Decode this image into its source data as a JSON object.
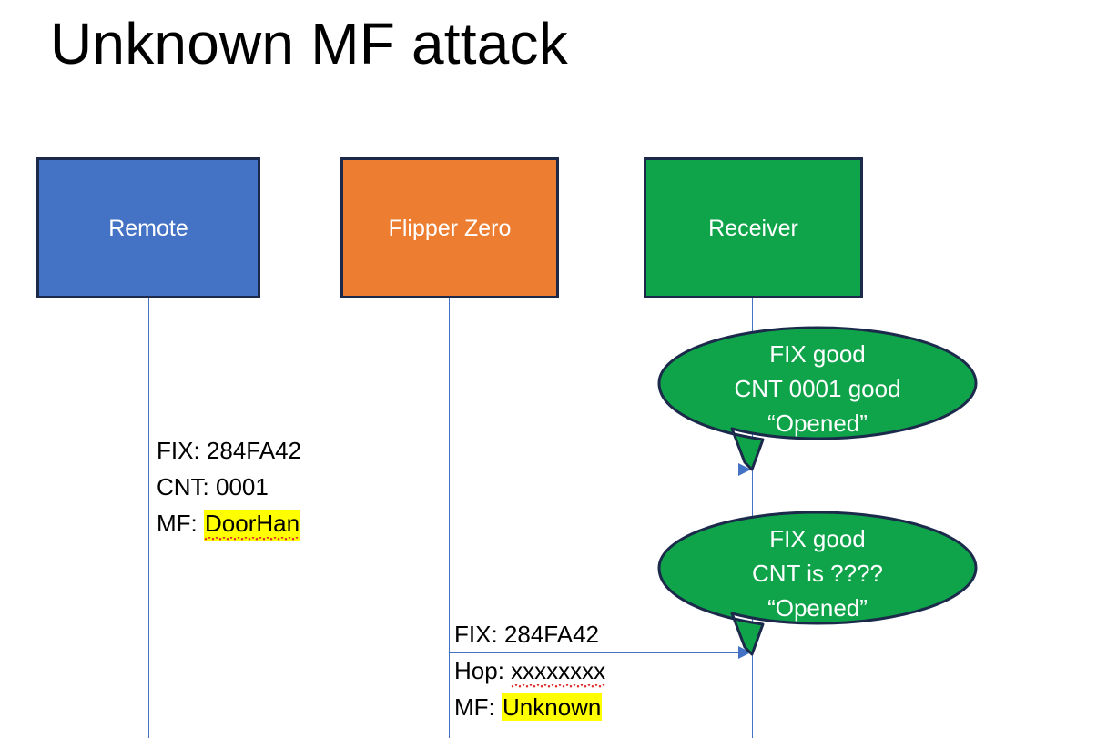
{
  "slide": {
    "title": "Unknown MF attack"
  },
  "actors": [
    {
      "id": "remote",
      "label": "Remote",
      "color": "#4472C4"
    },
    {
      "id": "flipper",
      "label": "Flipper Zero",
      "color": "#ED7D31"
    },
    {
      "id": "receiver",
      "label": "Receiver",
      "color": "#0FA44A"
    }
  ],
  "messages": [
    {
      "id": "msg1",
      "from": "remote",
      "to": "receiver",
      "lines": [
        {
          "label": "FIX: ",
          "value": "284FA42",
          "highlight": false,
          "squiggle": false
        },
        {
          "label": "CNT: ",
          "value": "0001",
          "highlight": false,
          "squiggle": false
        },
        {
          "label": "MF: ",
          "value": "DoorHan",
          "highlight": true,
          "squiggle": true
        }
      ]
    },
    {
      "id": "msg2",
      "from": "flipper",
      "to": "receiver",
      "lines": [
        {
          "label": "FIX: ",
          "value": "284FA42",
          "highlight": false,
          "squiggle": false
        },
        {
          "label": "Hop: ",
          "value": "xxxxxxxx",
          "highlight": false,
          "squiggle": true
        },
        {
          "label": "MF: ",
          "value": "Unknown",
          "highlight": true,
          "squiggle": false
        }
      ]
    }
  ],
  "balloons": [
    {
      "id": "balloon1",
      "fill": "#0FA44A",
      "stroke": "#1b2a4a",
      "lines": [
        "FIX good",
        "CNT 0001 good",
        "“Opened”"
      ]
    },
    {
      "id": "balloon2",
      "fill": "#0FA44A",
      "stroke": "#1b2a4a",
      "lines": [
        "FIX good",
        "CNT is ????",
        "“Opened”"
      ]
    }
  ],
  "colors": {
    "lifeline": "#4472C4",
    "box_border": "#1b2a4a",
    "highlight": "#FFFF00",
    "spellcheck_squiggle": "#E03030",
    "text": "#000000",
    "balloon_text": "#FFFFFF"
  }
}
